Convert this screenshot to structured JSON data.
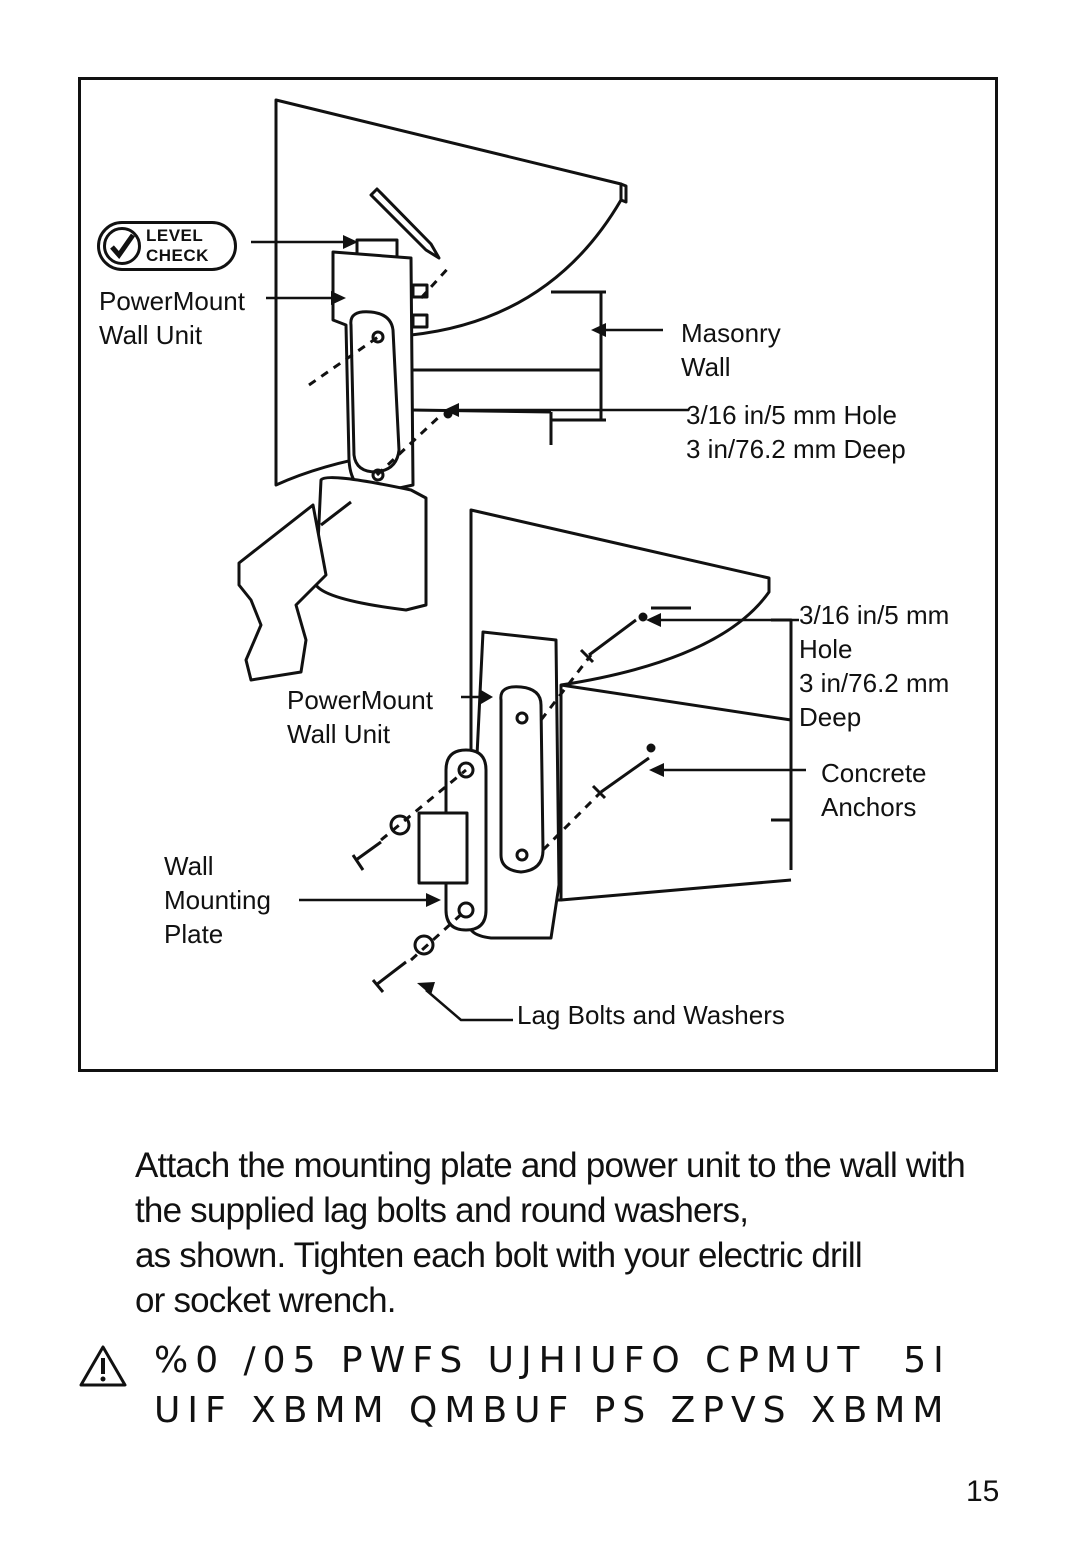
{
  "figure": {
    "badge": "LEVEL\nCHECK",
    "labels": {
      "wall_unit_upper": "PowerMount\nWall Unit",
      "masonry_wall": "Masonry\nWall",
      "hole_upper": "3/16 in/5 mm Hole\n3 in/76.2 mm Deep",
      "hole_lower": "3/16 in/5 mm\nHole\n3 in/76.2 mm\nDeep",
      "wall_unit_lower": "PowerMount\nWall Unit",
      "concrete_anchors": "Concrete\nAnchors",
      "wall_mounting_plate": "Wall\nMounting\nPlate",
      "lag_bolts": "Lag Bolts and Washers"
    }
  },
  "body": {
    "instruction": "Attach the mounting plate and power unit to the wall with the supplied lag bolts and round washers,\nas shown. Tighten each bolt with your electric drill\nor socket wrench."
  },
  "warning": {
    "line1": "%0 /05 PWFS UJHIUFO CPMUT  5I",
    "line2": "UIF XBMM QMBUF PS ZPVS XBMM"
  },
  "page_number": "15"
}
